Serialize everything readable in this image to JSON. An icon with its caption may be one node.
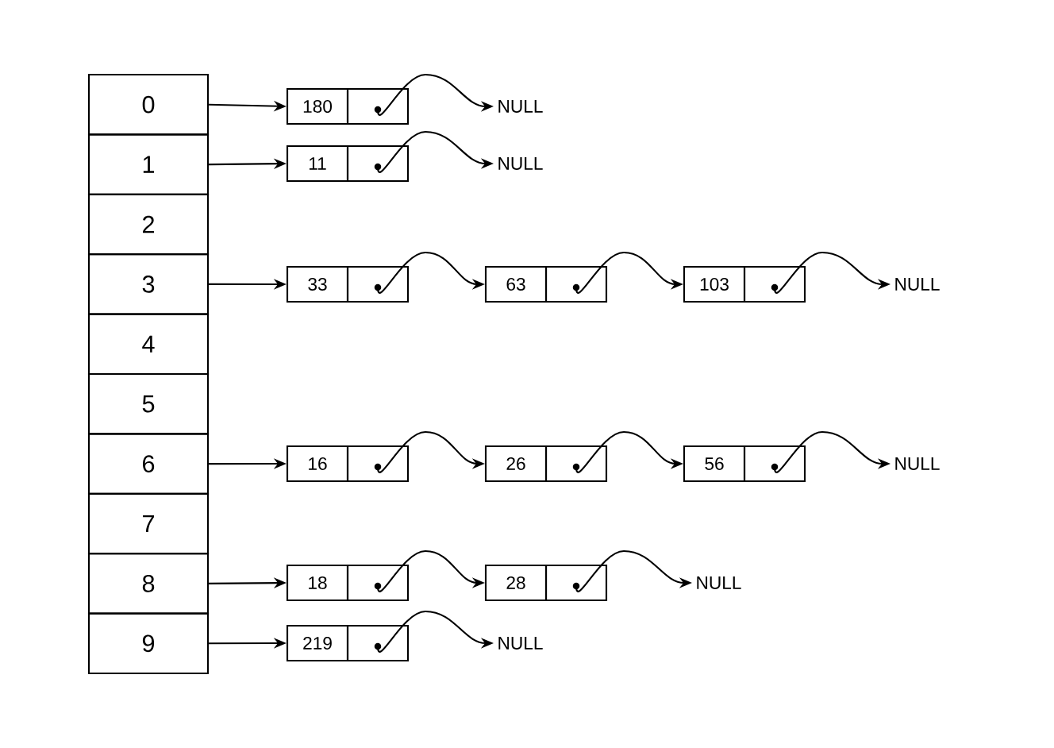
{
  "diagram": {
    "nodes": [
      {
        "text": [
          "0"
        ]
      },
      {
        "text": [
          "1"
        ]
      },
      {
        "text": [
          "2"
        ]
      },
      {
        "text": [
          "3"
        ]
      },
      {
        "text": [
          "4"
        ]
      },
      {
        "text": [
          "5"
        ]
      },
      {
        "text": [
          "6"
        ]
      },
      {
        "text": [
          "7"
        ]
      },
      {
        "text": [
          "8"
        ]
      },
      {
        "text": [
          "9"
        ]
      },
      {
        "text": [
          "180"
        ]
      },
      {
        "text": [],
        "shape": "box"
      },
      {
        "text": [
          "NULL"
        ]
      },
      {
        "text": [
          "11"
        ]
      },
      {
        "text": [],
        "shape": "box"
      },
      {
        "text": [
          "NULL"
        ]
      },
      {
        "text": [
          "33"
        ]
      },
      {
        "text": [],
        "shape": "box"
      },
      {
        "text": [
          "63"
        ]
      },
      {
        "text": [],
        "shape": "box"
      },
      {
        "text": [
          "103"
        ]
      },
      {
        "text": [],
        "shape": "box"
      },
      {
        "text": [
          "NULL"
        ]
      },
      {
        "text": [
          "16"
        ]
      },
      {
        "text": [],
        "shape": "box"
      },
      {
        "text": [
          "26"
        ]
      },
      {
        "text": [],
        "shape": "box"
      },
      {
        "text": [
          "56"
        ]
      },
      {
        "text": [],
        "shape": "box"
      },
      {
        "text": [
          "NULL"
        ]
      },
      {
        "text": [
          "18"
        ]
      },
      {
        "text": [],
        "shape": "box"
      },
      {
        "text": [
          "28"
        ]
      },
      {
        "text": [],
        "shape": "box"
      },
      {
        "text": [
          "NULL"
        ]
      },
      {
        "text": [
          "219"
        ]
      },
      {
        "text": [],
        "shape": "box"
      },
      {
        "text": [
          "NULL"
        ]
      }
    ],
    "edges": [
      {
        "from": 0,
        "to": 10,
        "arrow": "to"
      },
      {
        "from": 11,
        "to": 12,
        "arrow": "to"
      },
      {
        "from": 1,
        "to": 13,
        "arrow": "to"
      },
      {
        "from": 14,
        "to": 15,
        "arrow": "to"
      },
      {
        "from": 3,
        "to": 16,
        "arrow": "to"
      },
      {
        "from": 17,
        "to": 18,
        "arrow": "to"
      },
      {
        "from": 19,
        "to": 20,
        "arrow": "to"
      },
      {
        "from": 21,
        "to": 22,
        "arrow": "to"
      },
      {
        "from": 6,
        "to": 23,
        "arrow": "to"
      },
      {
        "from": 24,
        "to": 25,
        "arrow": "to"
      },
      {
        "from": 26,
        "to": 27,
        "arrow": "to"
      },
      {
        "from": 28,
        "to": 29,
        "arrow": "to"
      },
      {
        "from": 8,
        "to": 30,
        "arrow": "to"
      },
      {
        "from": 31,
        "to": 32,
        "arrow": "to"
      },
      {
        "from": 33,
        "to": 34,
        "arrow": "to"
      },
      {
        "from": 9,
        "to": 35,
        "arrow": "to"
      },
      {
        "from": 36,
        "to": 37,
        "arrow": "to"
      }
    ]
  }
}
